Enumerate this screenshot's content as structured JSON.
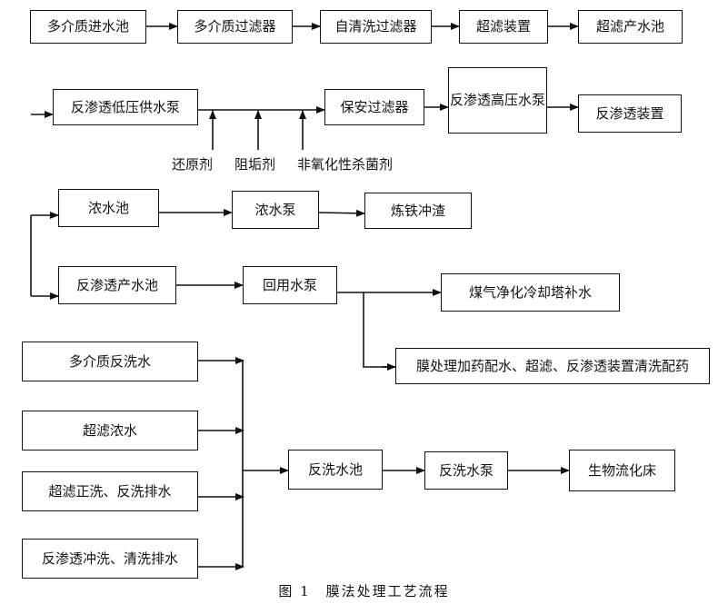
{
  "row1": [
    "多介质进水池",
    "多介质过滤器",
    "自清洗过滤器",
    "超滤装置",
    "超滤产水池"
  ],
  "row2": {
    "feed_pump": "反渗透低压供水泵",
    "security_filter": "保安过滤器",
    "hp_pump_line1": "反渗透高",
    "hp_pump_line2": "压水泵",
    "ro_unit": "反渗透装置"
  },
  "dosing": [
    "还原剂",
    "阻垢剂",
    "非氧化性杀菌剂"
  ],
  "concentrate": {
    "tank": "浓水池",
    "pump": "浓水泵",
    "target": "炼铁冲渣"
  },
  "product": {
    "tank": "反渗透产水池",
    "pump": "回用水泵",
    "target1": "煤气净化冷却塔补水",
    "target2": "膜处理加药配水、超滤、反渗透装置清洗配药"
  },
  "backwash_sources": [
    "多介质反洗水",
    "超滤浓水",
    "超滤正洗、反洗排水",
    "反渗透冲洗、清洗排水"
  ],
  "backwash": {
    "tank": "反洗水池",
    "pump": "反洗水泵",
    "target": "生物流化床"
  },
  "caption": "图 1　膜法处理工艺流程"
}
